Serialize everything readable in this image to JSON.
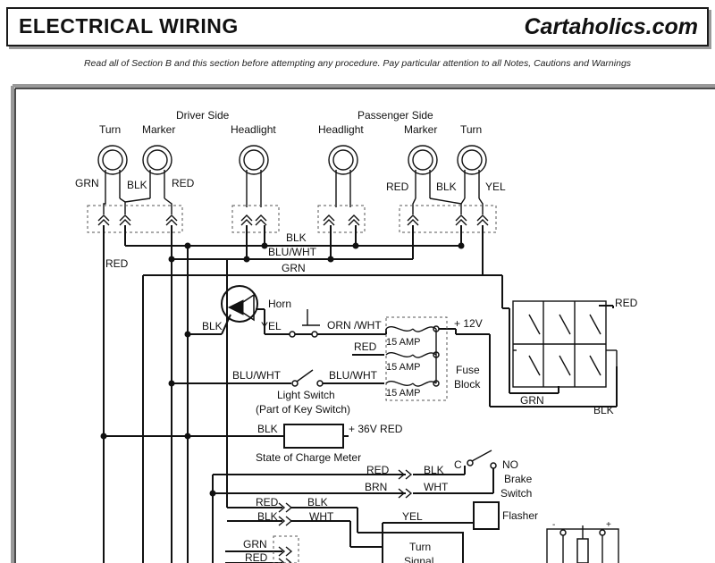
{
  "header": {
    "title": "ELECTRICAL WIRING",
    "brand": "Cartaholics.com"
  },
  "notice": "Read all of Section B and this section before attempting any procedure. Pay particular attention to all Notes, Cautions and Warnings",
  "labels": {
    "driver_side": "Driver Side",
    "passenger_side": "Passenger Side",
    "turn_left": "Turn",
    "marker_left": "Marker",
    "headlight_left": "Headlight",
    "headlight_right": "Headlight",
    "marker_right": "Marker",
    "turn_right": "Turn",
    "grn_top": "GRN",
    "blk_left_marker": "BLK",
    "red_left_marker": "RED",
    "red_right_marker": "RED",
    "blk_right_marker": "BLK",
    "yel_right_turn": "YEL",
    "bus_blk": "BLK",
    "bus_bluwht": "BLU/WHT",
    "bus_grn": "GRN",
    "red_left": "RED",
    "horn": "Horn",
    "blk_horn": "BLK",
    "yel_horn": "YEL",
    "orn_wht": "ORN /WHT",
    "plus_12v": "+ 12V",
    "red_fuse": "RED",
    "fuse_1": "15 AMP",
    "fuse_2": "15 AMP",
    "fuse_3": "15 AMP",
    "fuse_block_1": "Fuse",
    "fuse_block_2": "Block",
    "bluwht_left": "BLU/WHT",
    "bluwht_right": "BLU/WHT",
    "light_switch": "Light Switch",
    "key_switch": "(Part of Key Switch)",
    "red_battery": "RED",
    "grn_battery": "GRN",
    "blk_battery": "BLK",
    "blk_meter": "BLK",
    "plus_36v": "+ 36V RED",
    "charge_meter": "State of Charge Meter",
    "red_brake": "RED",
    "blk_brake": "BLK",
    "brn_brake": "BRN",
    "wht_brake": "WHT",
    "brake_c": "C",
    "brake_no": "NO",
    "brake_switch_1": "Brake",
    "brake_switch_2": "Switch",
    "red_turn": "RED",
    "blk_turn1": "BLK",
    "blk_turn2": "BLK",
    "wht_turn": "WHT",
    "yel_flasher": "YEL",
    "flasher": "Flasher",
    "grn_bottom": "GRN",
    "red_bottom": "RED",
    "turn_signal_1": "Turn",
    "turn_signal_2": "Signal",
    "plus_small": "+",
    "minus_small": "-"
  }
}
